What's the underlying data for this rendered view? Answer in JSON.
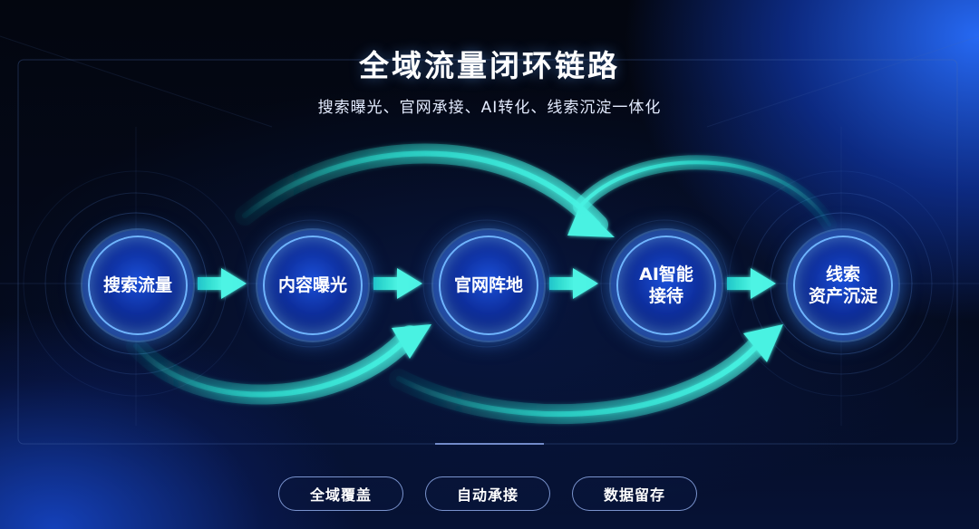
{
  "header": {
    "title": "全域流量闭环链路",
    "subtitle": "搜索曝光、官网承接、AI转化、线索沉淀一体化"
  },
  "flow": {
    "nodes": [
      {
        "id": "search-traffic",
        "label": "搜索流量"
      },
      {
        "id": "content-exposure",
        "label": "内容曝光"
      },
      {
        "id": "official-site",
        "label": "官网阵地"
      },
      {
        "id": "ai-reception",
        "label": "AI智能\n接待"
      },
      {
        "id": "lead-asset",
        "label": "线索\n资产沉淀"
      }
    ],
    "links": [
      {
        "from": "search-traffic",
        "to": "content-exposure",
        "style": "straight-arrow"
      },
      {
        "from": "content-exposure",
        "to": "official-site",
        "style": "straight-arrow"
      },
      {
        "from": "official-site",
        "to": "ai-reception",
        "style": "straight-arrow"
      },
      {
        "from": "ai-reception",
        "to": "lead-asset",
        "style": "straight-arrow"
      },
      {
        "from": "search-traffic",
        "to": "official-site",
        "style": "curved-arrow-below"
      },
      {
        "from": "content-exposure",
        "to": "ai-reception",
        "style": "curved-arrow-above"
      },
      {
        "from": "official-site",
        "to": "lead-asset",
        "style": "curved-arrow-below"
      },
      {
        "from": "lead-asset",
        "to": "ai-reception",
        "style": "curved-arc-above"
      }
    ]
  },
  "footer": {
    "tags": [
      "全域覆盖",
      "自动承接",
      "数据留存"
    ]
  },
  "colors": {
    "arrow": "#2ee6d6",
    "node_fill": "#0e2f9e",
    "node_border": "#6fb4ff",
    "accent_blue": "#1f5cff",
    "background": "#03060f"
  }
}
